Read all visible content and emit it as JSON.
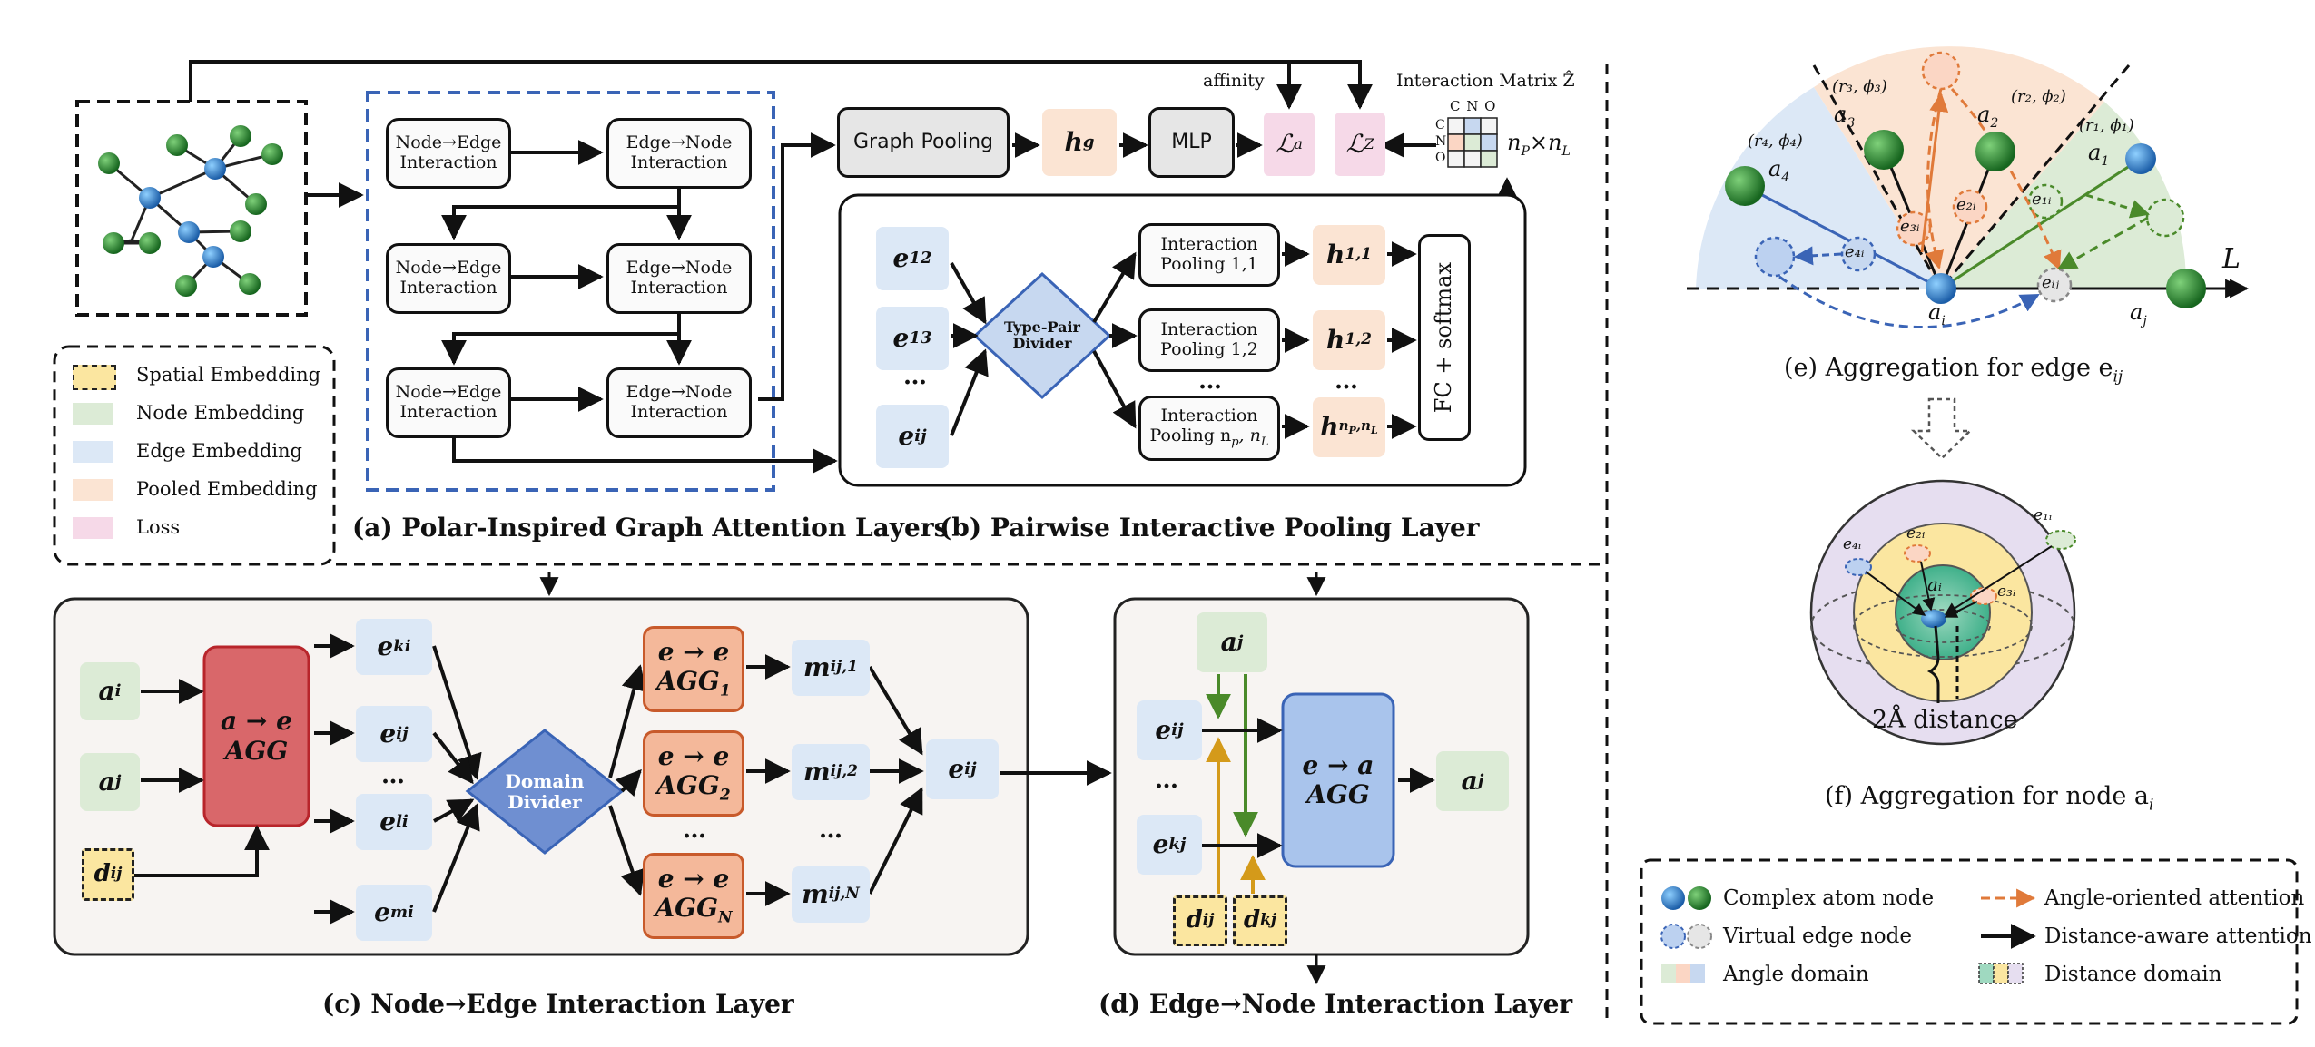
{
  "colors": {
    "node_green": "#2e8b3a",
    "node_blue": "#2f7fc8",
    "edge_blue": "#dce8f6",
    "pooled": "#fbe4d3",
    "loss": "#f6d9e8",
    "spatial": "#fbe6a0",
    "node_embed": "#dcebd6",
    "agg_red": "#d9676a",
    "agg_blue": "#a9c4ec",
    "dash_blue": "#3a64b6",
    "orange_attn": "#e07a3a"
  },
  "legend": {
    "spatial": "Spatial Embedding",
    "node": "Node Embedding",
    "edge": "Edge Embedding",
    "pooled": "Pooled Embedding",
    "loss": "Loss"
  },
  "panel_a": {
    "caption": "(a) Polar-Inspired Graph Attention Layers",
    "n2e": "Node→Edge Interaction",
    "e2n": "Edge→Node Interaction"
  },
  "top": {
    "graph_pooling": "Graph Pooling",
    "hg": "h",
    "hg_sub": "g",
    "mlp": "MLP",
    "la": "ℒ",
    "la_sub": "a",
    "lz": "ℒ",
    "lz_sub": "Z",
    "affinity": "affinity",
    "im_title": "Interaction Matrix Ẑ",
    "im_cols": "C N O",
    "im_rows": [
      "C",
      "N",
      "O"
    ],
    "im_size": "n",
    "im_size_rest": "×n"
  },
  "panel_b": {
    "caption": "(b) Pairwise Interactive Pooling Layer",
    "e12": "e",
    "e12_sub": "12",
    "e13": "e",
    "e13_sub": "13",
    "dots": "…",
    "eij": "e",
    "eij_sub": "ij",
    "divider": "Type-Pair Divider",
    "pool1": "Interaction Pooling 1,1",
    "pool2": "Interaction Pooling 1,2",
    "pool3_a": "Interaction",
    "pool3_b": "Pooling n",
    "h11": "h",
    "h11_sub": "1,1",
    "h12": "h",
    "h12_sub": "1,2",
    "hnp": "h",
    "hnp_sub": "n",
    "fc": "FC + softmax"
  },
  "panel_c": {
    "caption": "(c) Node→Edge Interaction Layer",
    "ai": "a",
    "ai_sub": "i",
    "aj": "a",
    "aj_sub": "j",
    "dij": "d",
    "dij_sub": "ij",
    "agg_a": "a → e",
    "agg_b": "AGG",
    "eki": "e",
    "eki_sub": "ki",
    "eij": "e",
    "eij_sub": "ij",
    "eli": "e",
    "eli_sub": "li",
    "emi": "e",
    "emi_sub": "mi",
    "dots": "…",
    "domain": "Domain Divider",
    "ee": "e → e",
    "agg1": "AGG",
    "agg1_sub": "1",
    "agg2": "AGG",
    "agg2_sub": "2",
    "aggN": "AGG",
    "aggN_sub": "N",
    "m1": "m",
    "m1_sub": "ij,1",
    "m2": "m",
    "m2_sub": "ij,2",
    "mN": "m",
    "mN_sub": "ij,N",
    "out": "e",
    "out_sub": "ij"
  },
  "panel_d": {
    "caption": "(d) Edge→Node Interaction Layer",
    "aj": "a",
    "aj_sub": "j",
    "eij": "e",
    "eij_sub": "ij",
    "ekj": "e",
    "ekj_sub": "kj",
    "dots": "…",
    "dij": "d",
    "dij_sub": "ij",
    "dkj": "d",
    "dkj_sub": "kj",
    "agg_a": "e → a",
    "agg_b": "AGG",
    "out": "a",
    "out_sub": "j"
  },
  "panel_e": {
    "caption": "(e) Aggregation for edge e",
    "caption_sub": "ij",
    "L": "L",
    "a1": "a",
    "a1_sub": "1",
    "a2": "a",
    "a2_sub": "2",
    "a3": "a",
    "a3_sub": "3",
    "a4": "a",
    "a4_sub": "4",
    "ai": "a",
    "ai_sub": "i",
    "aj": "a",
    "aj_sub": "j",
    "rp1": "(r₁, ϕ₁)",
    "rp2": "(r₂, ϕ₂)",
    "rp3": "(r₃, ϕ₃)",
    "rp4": "(r₄, ϕ₄)",
    "e1i": "e₁ᵢ",
    "e2i": "e₂ᵢ",
    "e3i": "e₃ᵢ",
    "e4i": "e₄ᵢ",
    "eij": "eᵢⱼ"
  },
  "panel_f": {
    "caption": "(f) Aggregation for node a",
    "caption_sub": "i",
    "distance": "2Å distance",
    "ai": "aᵢ",
    "e1i": "e₁ᵢ",
    "e2i": "e₂ᵢ",
    "e3i": "e₃ᵢ",
    "e4i": "e₄ᵢ"
  },
  "bottom_legend": {
    "complex": "Complex atom node",
    "virtual": "Virtual edge node",
    "angle": "Angle domain",
    "angle_attn": "Angle-oriented attention",
    "dist_attn": "Distance-aware attention",
    "dist_domain": "Distance domain"
  }
}
